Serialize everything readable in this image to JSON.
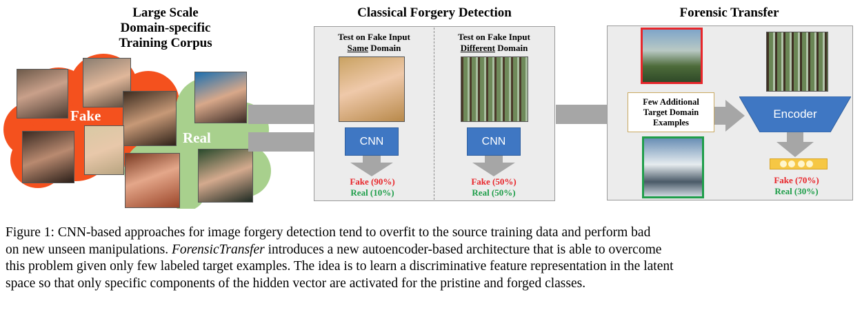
{
  "figure": {
    "corpus_title": [
      "Large Scale",
      "Domain-specific",
      "Training Corpus"
    ],
    "fake_label": "Fake",
    "real_label": "Real",
    "classical_title": "Classical Forgery Detection",
    "same_domain": {
      "line1": "Test on Fake Input",
      "underlined": "Same",
      "rest": " Domain",
      "cnn": "CNN",
      "fake_result": "Fake (90%)",
      "real_result": "Real (10%)"
    },
    "different_domain": {
      "line1": "Test on Fake Input",
      "underlined": "Different",
      "rest": " Domain",
      "cnn": "CNN",
      "fake_result": "Fake (50%)",
      "real_result": "Real (50%)"
    },
    "transfer_title": "Forensic Transfer",
    "few_examples": [
      "Few Additional",
      "Target Domain",
      "Examples"
    ],
    "encoder": "Encoder",
    "transfer_fake_result": "Fake (70%)",
    "transfer_real_result": "Real (30%)",
    "colors": {
      "fake": "#e8262b",
      "real": "#1f9e4a",
      "cnn": "#3f77c3",
      "arrow": "#a6a6a6",
      "real_cloud": "#a8d08d",
      "fake_cloud": "#f4511e"
    }
  },
  "caption": {
    "lines": [
      "Figure 1:  CNN-based approaches for image forgery detection tend to overfit to the source training data and perform bad",
      "on new unseen manipulations. ForensicTransfer introduces a new autoencoder-based architecture that is able to overcome",
      "this problem given only few labeled target examples. The idea is to learn a discriminative feature representation in the latent",
      "space so that only specific components of the hidden vector are activated for the pristine and forged classes."
    ],
    "line2_pre": "on new unseen manipulations. ",
    "line2_italic": "ForensicTransfer",
    "line2_post": " introduces a new autoencoder-based architecture that is able to overcome"
  }
}
